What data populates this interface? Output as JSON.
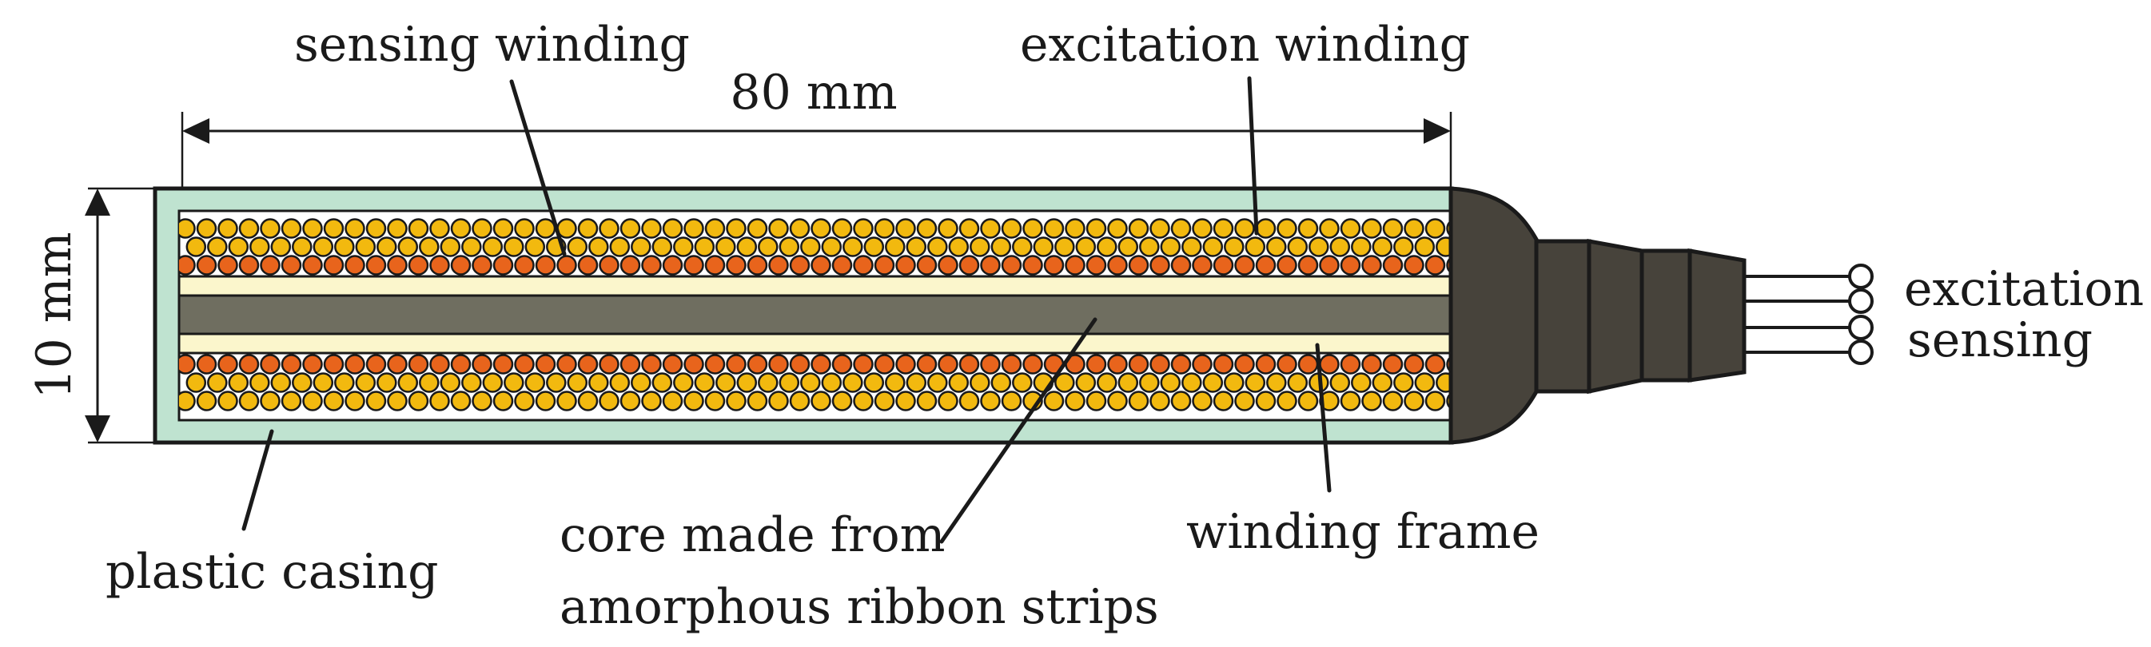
{
  "labels": {
    "sensing_winding": "sensing winding",
    "excitation_winding": "excitation winding",
    "length_dimension": "80 mm",
    "diameter_dimension": "10 mm",
    "terminal_excitation": "excitation",
    "terminal_sensing": "sensing",
    "plastic_casing": "plastic casing",
    "core_line1": "core made from",
    "core_line2": "amorphous ribbon strips",
    "winding_frame": "winding frame"
  },
  "colors": {
    "casing": "#bfe3d0",
    "frame": "#fbf6cc",
    "core": "#6f6e60",
    "excitation_wire": "#f2b90f",
    "sensing_wire": "#e8641c",
    "end_cap": "#47433b",
    "outline": "#1a1a1a"
  }
}
